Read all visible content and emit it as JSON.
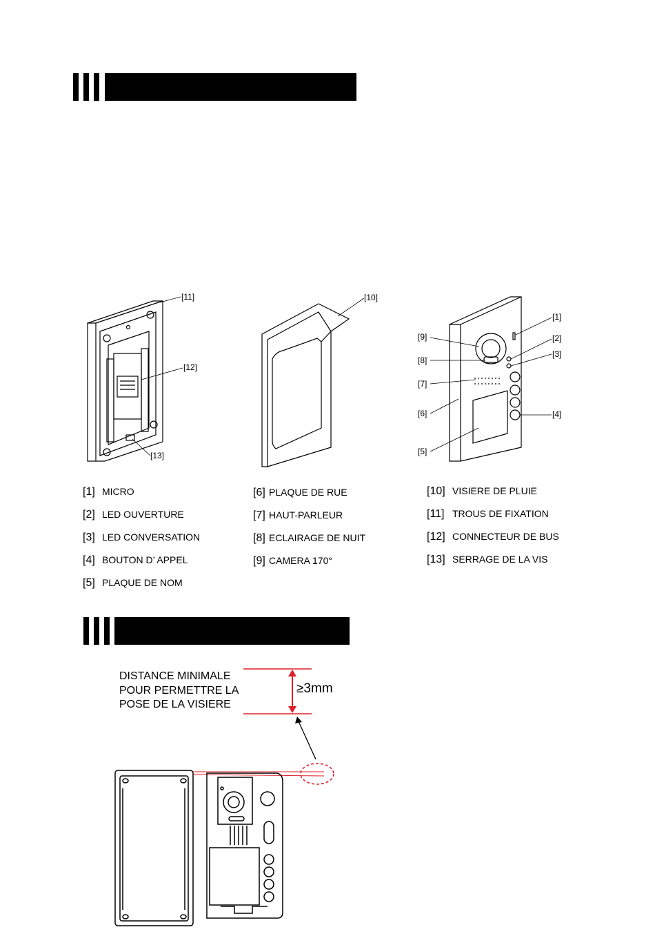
{
  "legend": {
    "col1": [
      {
        "num": "[1]",
        "label": "MICRO"
      },
      {
        "num": "[2]",
        "label": "LED OUVERTURE"
      },
      {
        "num": "[3]",
        "label": "LED CONVERSATION"
      },
      {
        "num": "[4]",
        "label": "BOUTON D’ APPEL"
      },
      {
        "num": "[5]",
        "label": "PLAQUE DE NOM"
      }
    ],
    "col2": [
      {
        "num": "[6]",
        "label": "PLAQUE DE RUE"
      },
      {
        "num": "[7]",
        "label": "HAUT-PARLEUR"
      },
      {
        "num": "[8]",
        "label": "ECLAIRAGE DE NUIT"
      },
      {
        "num": "[9]",
        "label": "CAMERA 170°"
      }
    ],
    "col3": [
      {
        "num": "[10]",
        "label": "VISIERE DE PLUIE"
      },
      {
        "num": "[11]",
        "label": "TROUS DE FIXATION"
      },
      {
        "num": "[12]",
        "label": "CONNECTEUR DE BUS"
      },
      {
        "num": "[13]",
        "label": "SERRAGE DE LA VIS"
      }
    ]
  },
  "callouts": {
    "back": [
      "[11]",
      "[12]",
      "[13]"
    ],
    "visor": "[10]",
    "front": [
      "[1]",
      "[2]",
      "[3]",
      "[4]",
      "[5]",
      "[6]",
      "[7]",
      "[8]",
      "[9]"
    ]
  },
  "distance": {
    "label_lines": [
      "DISTANCE MINIMALE",
      "POUR PERMETTRE LA",
      "POSE DE LA VISIERE"
    ],
    "value": "≥3mm",
    "line_color": "#e0202a"
  }
}
